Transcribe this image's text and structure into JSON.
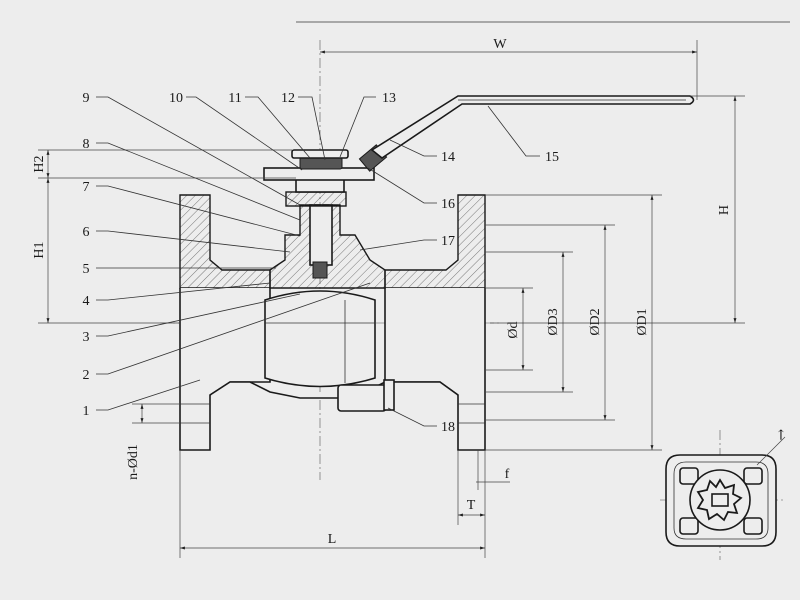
{
  "dimensions": {
    "W": "W",
    "H": "H",
    "H1": "H1",
    "H2": "H2",
    "L": "L",
    "T": "T",
    "f": "f",
    "d": "Ød",
    "D1": "ØD1",
    "D2": "ØD2",
    "D3": "ØD3",
    "nd1": "n-Ød1"
  },
  "part_numbers": [
    "1",
    "2",
    "3",
    "4",
    "5",
    "6",
    "7",
    "8",
    "9",
    "10",
    "11",
    "12",
    "13",
    "14",
    "15",
    "16",
    "17",
    "18"
  ],
  "colors": {
    "background": "#ededed",
    "line": "#1a1a1a"
  }
}
